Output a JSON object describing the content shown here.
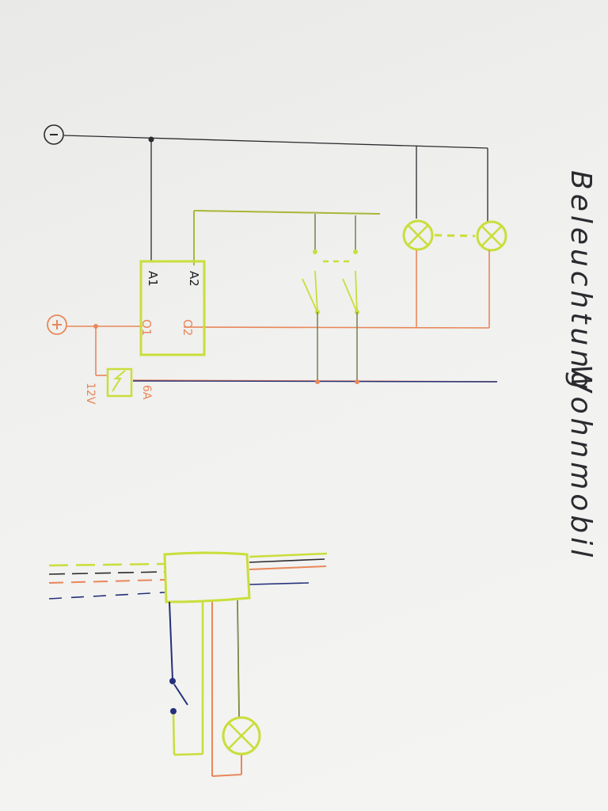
{
  "title": {
    "word1": "Beleuchtung",
    "word2": "Wohnmobil"
  },
  "terminals": {
    "minus": "−",
    "plus": "+"
  },
  "relay": {
    "a1": "A1",
    "a2": "A2",
    "o1": "O1",
    "o2": "O2"
  },
  "fuse": {
    "rating": "6A",
    "voltage": "12V"
  },
  "colors": {
    "paper": "#f1f1ef",
    "ground_wire": "#2b2b30",
    "positive_wire": "#e8875a",
    "switched_wire": "#a8b83a",
    "control_wire": "#25307a",
    "highlighter": "#c9de3a",
    "ink": "#2a2a30"
  },
  "icons": [
    "minus-terminal-icon",
    "plus-terminal-icon",
    "lamp-icon",
    "switch-icon",
    "fuse-icon",
    "relay-icon",
    "junction-box-icon"
  ]
}
